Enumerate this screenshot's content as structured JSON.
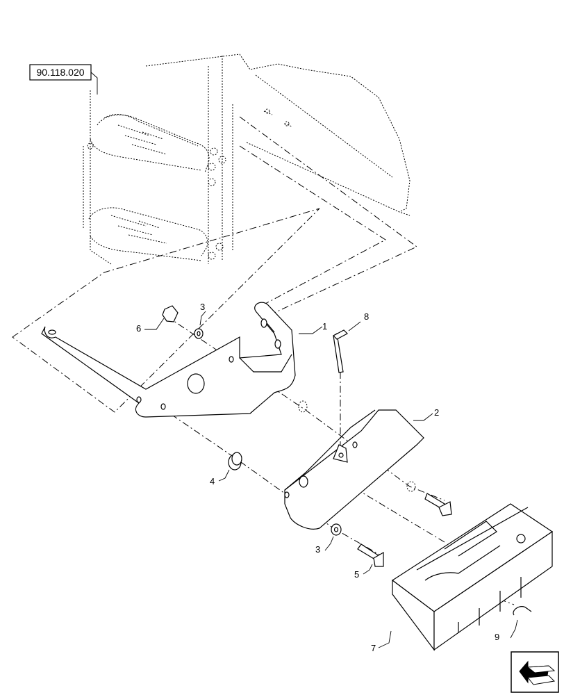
{
  "reference": {
    "label": "90.118.020"
  },
  "callouts": [
    {
      "id": "callout-1",
      "label": "1"
    },
    {
      "id": "callout-2",
      "label": "2"
    },
    {
      "id": "callout-3a",
      "label": "3"
    },
    {
      "id": "callout-3b",
      "label": "3"
    },
    {
      "id": "callout-4",
      "label": "4"
    },
    {
      "id": "callout-5",
      "label": "5"
    },
    {
      "id": "callout-6",
      "label": "6"
    },
    {
      "id": "callout-7",
      "label": "7"
    },
    {
      "id": "callout-8",
      "label": "8"
    },
    {
      "id": "callout-9",
      "label": "9"
    }
  ],
  "nav": {
    "icon": "next-page-arrow-icon"
  },
  "colors": {
    "line": "#000000",
    "background": "#ffffff"
  }
}
